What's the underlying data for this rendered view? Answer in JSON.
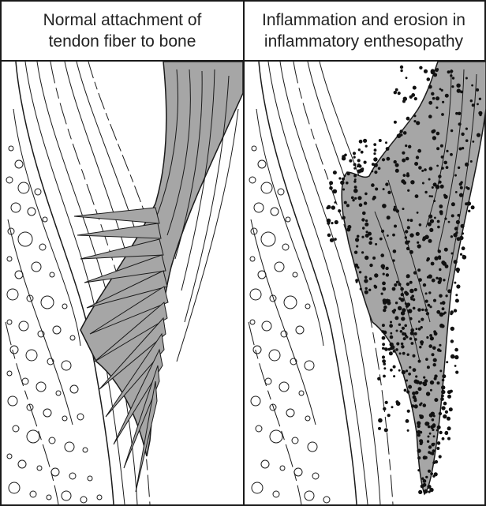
{
  "panels": [
    {
      "title_line1": "Normal attachment of",
      "title_line2": "tendon fiber to bone"
    },
    {
      "title_line1": "Inflammation and erosion in",
      "title_line2": "inflammatory enthesopathy"
    }
  ],
  "colors": {
    "tendon_fill": "#a6a6a6",
    "line": "#1a1a1a",
    "background": "#ffffff",
    "inflammatory_cells": "#111111"
  }
}
